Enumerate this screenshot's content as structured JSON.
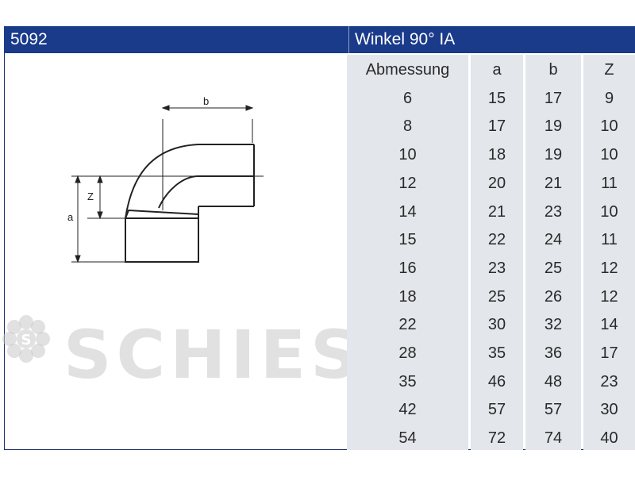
{
  "header": {
    "code": "5092",
    "title": "Winkel 90° IA"
  },
  "table": {
    "columns": [
      "Abmessung",
      "a",
      "b",
      "Z"
    ],
    "rows": [
      [
        "6",
        "15",
        "17",
        "9"
      ],
      [
        "8",
        "17",
        "19",
        "10"
      ],
      [
        "10",
        "18",
        "19",
        "10"
      ],
      [
        "12",
        "20",
        "21",
        "11"
      ],
      [
        "14",
        "21",
        "23",
        "10"
      ],
      [
        "15",
        "22",
        "24",
        "11"
      ],
      [
        "16",
        "23",
        "25",
        "12"
      ],
      [
        "18",
        "25",
        "26",
        "12"
      ],
      [
        "22",
        "30",
        "32",
        "14"
      ],
      [
        "28",
        "35",
        "36",
        "17"
      ],
      [
        "35",
        "46",
        "48",
        "23"
      ],
      [
        "42",
        "57",
        "57",
        "30"
      ],
      [
        "54",
        "72",
        "74",
        "40"
      ]
    ]
  },
  "drawing": {
    "label_b": "b",
    "label_z": "Z",
    "label_a": "a"
  },
  "watermark": {
    "text": "SCHIESSL"
  },
  "colors": {
    "header_bg": "#1a3a8a",
    "column_bg": "#e3e6ea"
  }
}
